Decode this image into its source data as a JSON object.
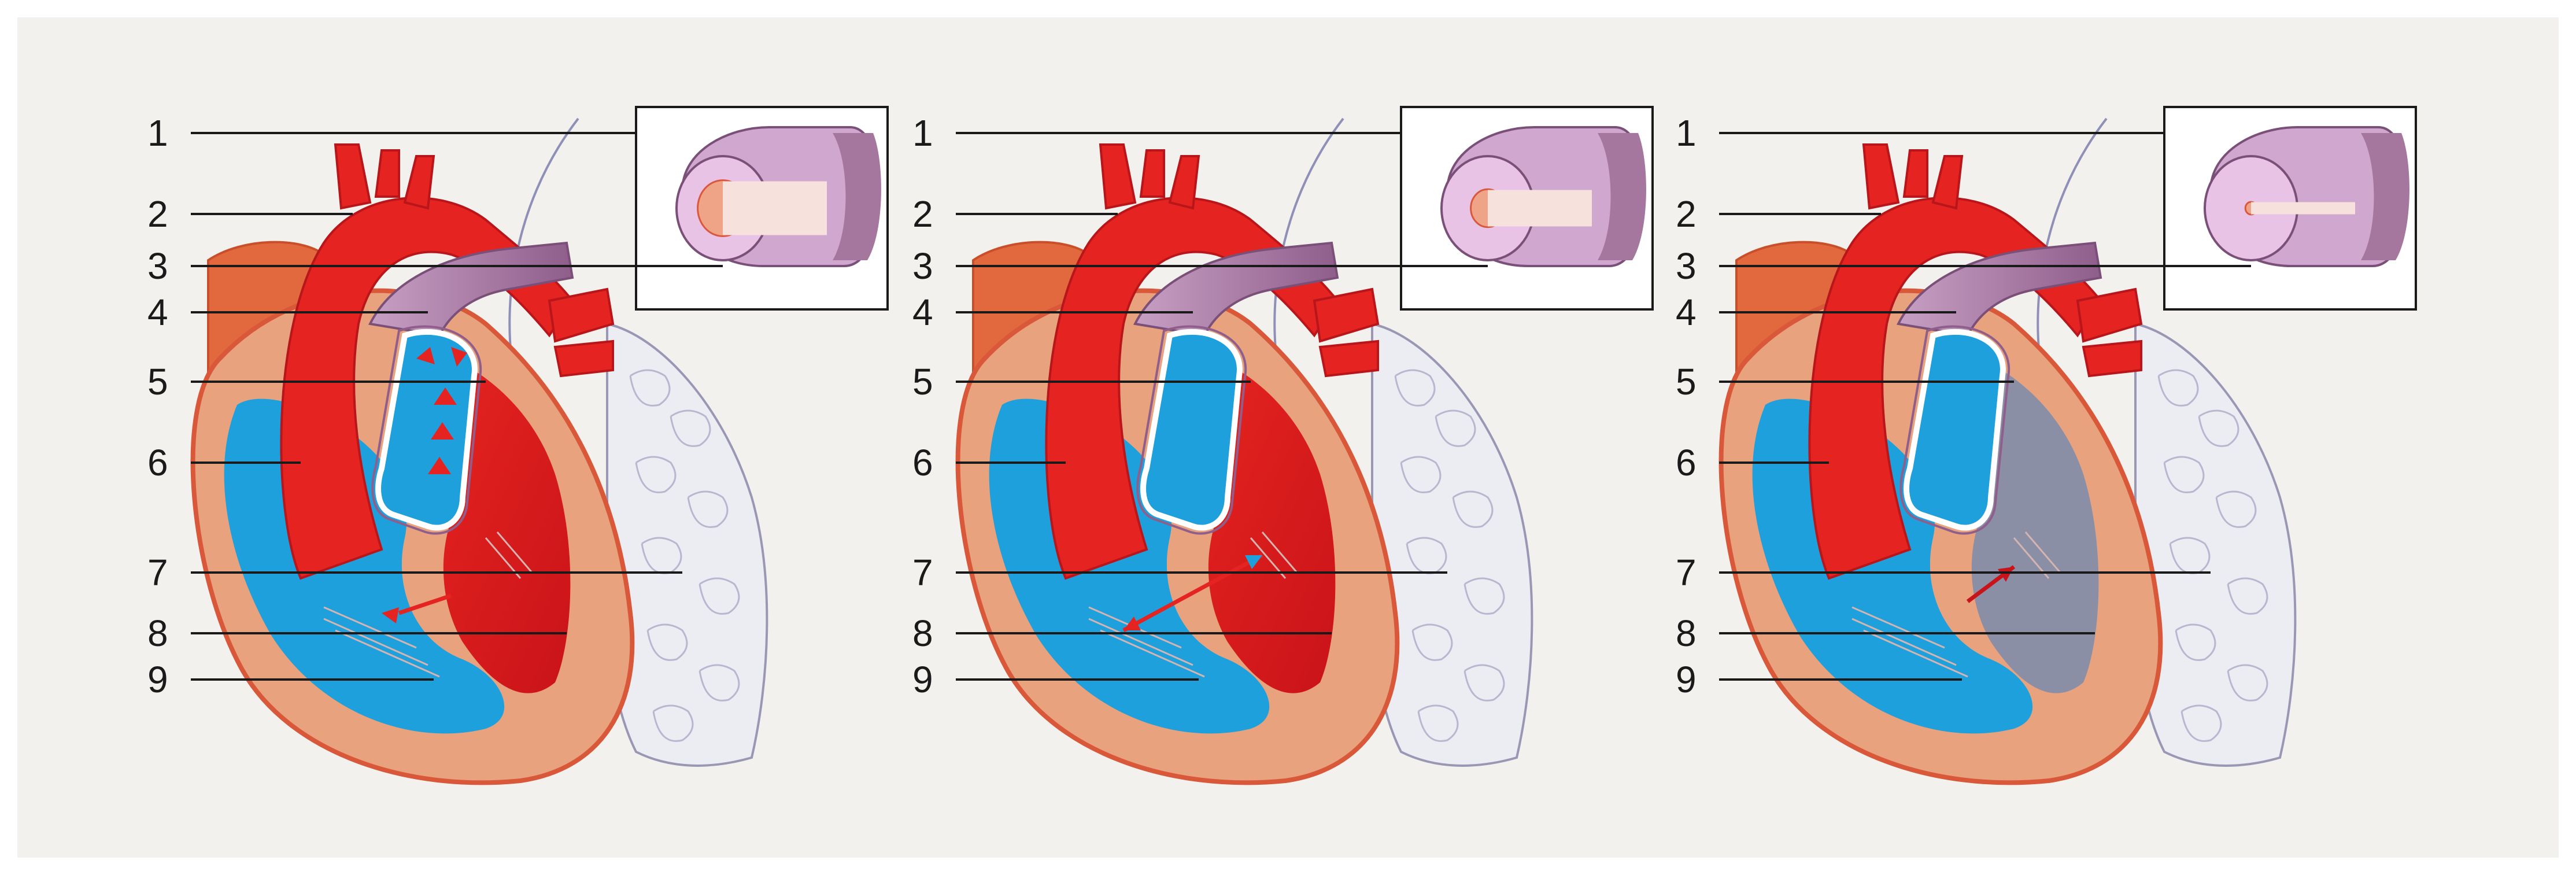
{
  "diagram": {
    "panels": [
      {
        "id": "panel-1",
        "labels": [
          "1",
          "2",
          "3",
          "4",
          "5",
          "6",
          "7",
          "8",
          "9"
        ]
      },
      {
        "id": "panel-2",
        "labels": [
          "1",
          "2",
          "3",
          "4",
          "5",
          "6",
          "7",
          "8",
          "9"
        ]
      },
      {
        "id": "panel-3",
        "labels": [
          "1",
          "2",
          "3",
          "4",
          "5",
          "6",
          "7",
          "8",
          "9"
        ]
      }
    ],
    "colors": {
      "background": "#f2f1ed",
      "oxygenated": "#e52421",
      "deoxygenated": "#1da0dc",
      "myocardium": "#e8a27e",
      "vessel_purple": "#a5769e",
      "lung": "#ececf3",
      "lung_line": "#9a97b4",
      "leader_line": "#1a1a1a"
    },
    "inset_lumen_ratio": [
      0.62,
      0.42,
      0.14
    ]
  }
}
